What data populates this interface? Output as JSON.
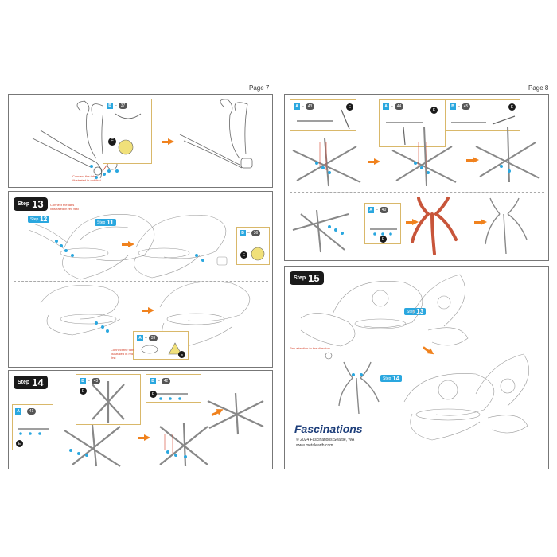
{
  "pages": {
    "left_label": "Page 7",
    "right_label": "Page 8"
  },
  "steps": {
    "s13": {
      "word": "Step",
      "number": "13"
    },
    "s14": {
      "word": "Step",
      "number": "14"
    },
    "s15": {
      "word": "Step",
      "number": "15"
    }
  },
  "callouts": {
    "p7_top_part": {
      "letter": "B",
      "dash": "–",
      "number": "37"
    },
    "p7_top_tool": "E",
    "s13_part": {
      "letter": "B",
      "dash": "–",
      "number": "36"
    },
    "s13_tool": "E",
    "s13b_part": {
      "letter": "A",
      "dash": "–",
      "number": "39"
    },
    "s13b_tool": "E",
    "s14_partA": {
      "letter": "A",
      "dash": "–",
      "number": "41"
    },
    "s14_partA_tool": "E",
    "s14_partB": {
      "letter": "B",
      "dash": "–",
      "number": "43"
    },
    "s14_partB_tool": "E",
    "s14_partC": {
      "letter": "B",
      "dash": "–",
      "number": "42"
    },
    "s14_partC_tool": "E",
    "p8_partA": {
      "letter": "A",
      "dash": "–",
      "number": "43"
    },
    "p8_partA_tool": "E",
    "p8_partB": {
      "letter": "A",
      "dash": "–",
      "number": "44"
    },
    "p8_partB_tool": "E",
    "p8_partC": {
      "letter": "B",
      "dash": "–",
      "number": "45"
    },
    "p8_partC_tool": "E",
    "p8_partD": {
      "letter": "A",
      "dash": "–",
      "number": "40"
    },
    "p8_partD_tool": "E"
  },
  "step_refs": {
    "s12": {
      "word": "Step",
      "number": "12"
    },
    "s11": {
      "word": "Step",
      "number": "11"
    },
    "s13": {
      "word": "Step",
      "number": "13"
    },
    "s14": {
      "word": "Step",
      "number": "14"
    }
  },
  "notes": {
    "connect_1": "Connect the tabs illustrated in red first",
    "connect_2": "Connect the tabs illustrated in red first",
    "connect_3": "Connect the tabs illustrated in red first",
    "attention": "Pay attention to the direction"
  },
  "footer": {
    "brand": "Fascinations",
    "copyright": "© 2024 Fascinations Seattle, WA",
    "url": "www.metalearth.com"
  },
  "colors": {
    "accent_blue": "#2aa7df",
    "arrow_orange": "#f0821e",
    "note_red": "#d4412a",
    "copper": "#c8553a"
  }
}
